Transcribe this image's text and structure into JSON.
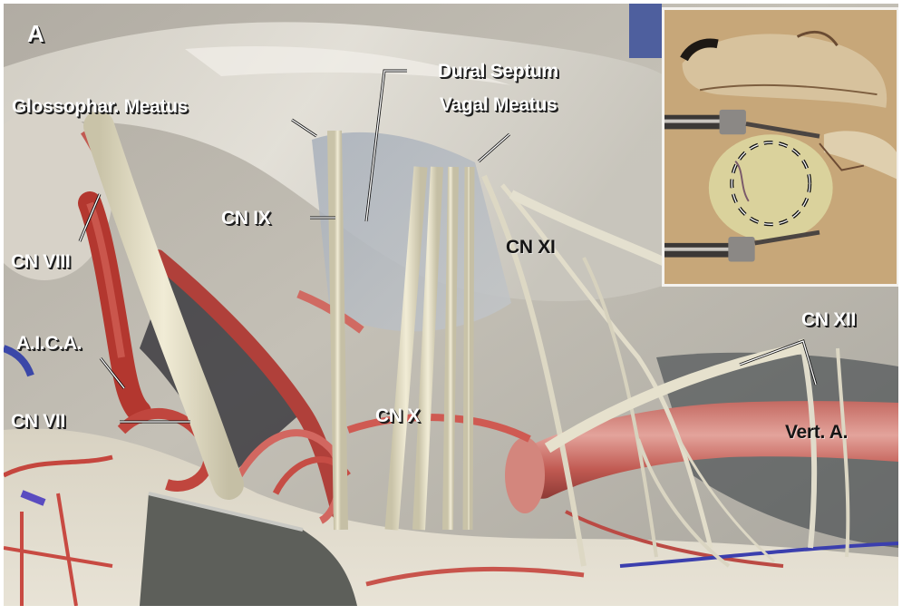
{
  "figure": {
    "panel_letter": "A",
    "description": "Surgical anatomical dissection photograph of the cerebellopontine angle / jugular foramen region with labeled cranial nerves and vessels, plus inset of surgical exposure",
    "labels": {
      "glossophar_meatus": "Glossophar. Meatus",
      "dural_septum": "Dural Septum",
      "vagal_meatus": "Vagal Meatus",
      "cn_ix": "CN IX",
      "cn_viii": "CN VIII",
      "cn_xi": "CN XI",
      "aica": "A.I.C.A.",
      "cn_vii": "CN VII",
      "cn_x": "CN X",
      "cn_xii": "CN XII",
      "vert_a": "Vert. A."
    },
    "inset": {
      "description": "Retrosigmoid craniotomy view with retractors and dashed outline marking exposure area"
    },
    "colors": {
      "label_text": "#ffffff",
      "label_shadow": "#1e1e1e",
      "artery_red": "#b8423a",
      "nerve_cream": "#e6e0c8",
      "dura_gray": "#bdb8ae",
      "inset_border": "#f4f2ee"
    }
  }
}
